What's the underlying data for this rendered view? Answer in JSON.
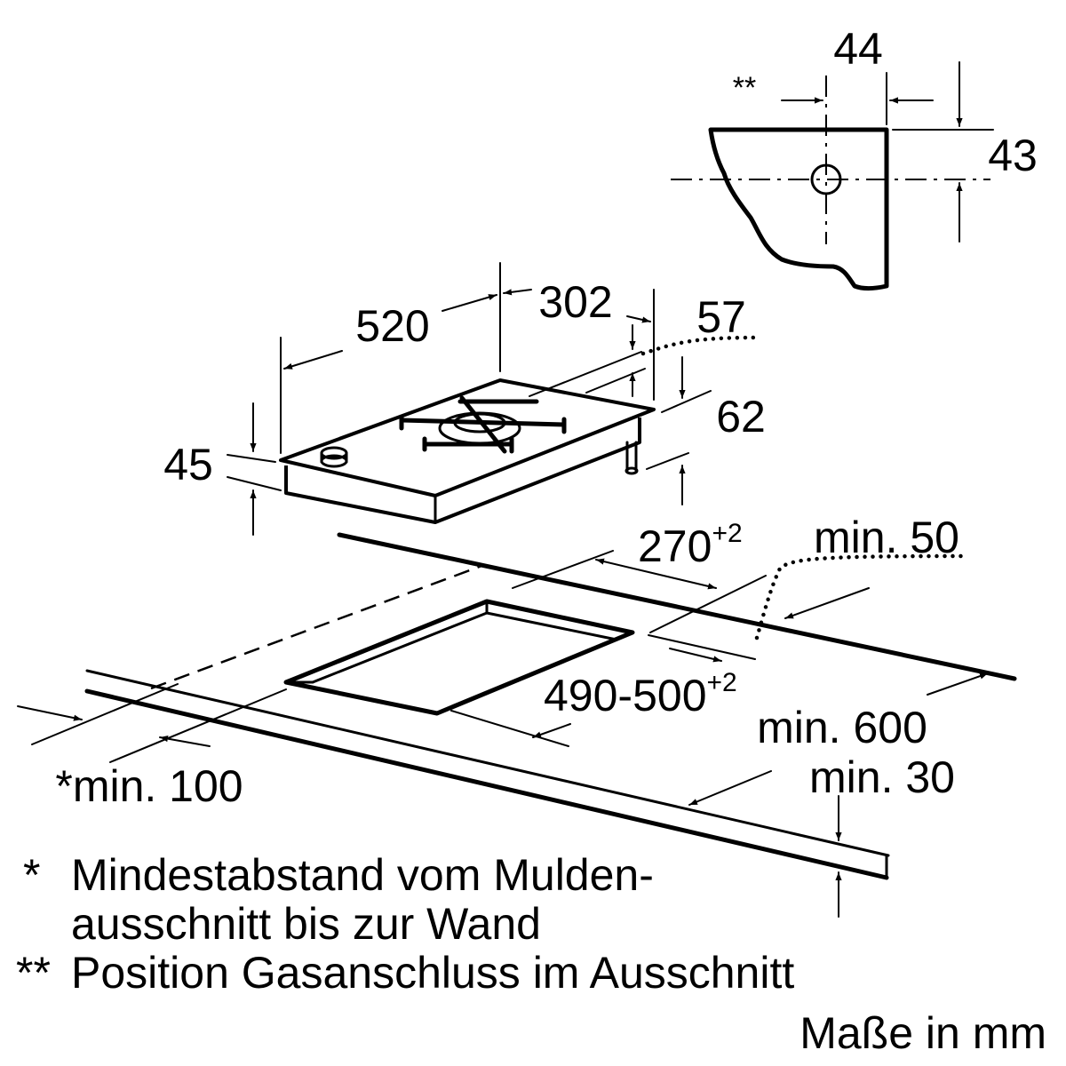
{
  "dimensions": {
    "gas_x": "44",
    "gas_marker": "**",
    "gas_y": "43",
    "width": "520",
    "depth": "302",
    "offset": "57",
    "height": "62",
    "front_height": "45",
    "cutout_depth_base": "270",
    "cutout_depth_tol": "+2",
    "min_back": "min. 50",
    "cutout_width_base": "490-500",
    "cutout_width_tol": "+2",
    "min_side": "min. 600",
    "min_front": "min. 30",
    "min_wall": "*min. 100"
  },
  "notes": [
    {
      "mark": "*",
      "line1": "Mindestabstand vom Mulden-",
      "line2": "ausschnitt bis zur Wand"
    },
    {
      "mark": "**",
      "line1": "Position Gasanschluss im Ausschnitt"
    }
  ],
  "units": "Maße in mm"
}
